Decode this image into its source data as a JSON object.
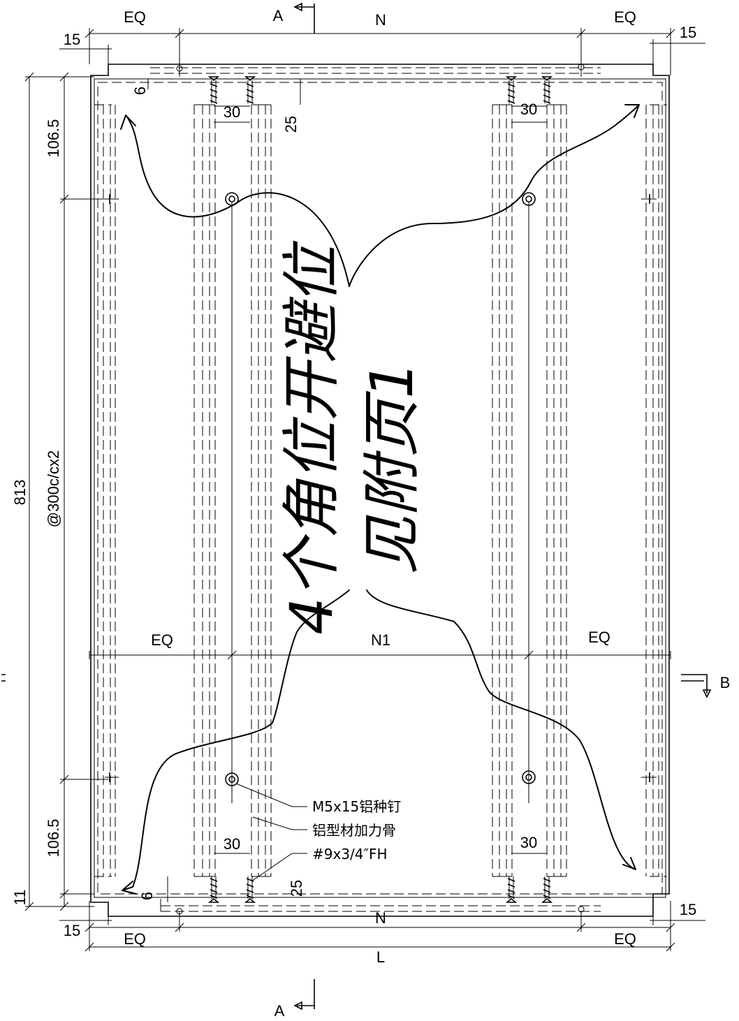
{
  "dimensions": {
    "top_eq_left": "EQ",
    "top_n": "N",
    "top_eq_right": "EQ",
    "top_15_left": "15",
    "top_15_right": "15",
    "bottom_eq_left": "EQ",
    "bottom_n": "N",
    "bottom_eq_right": "EQ",
    "bottom_15_left": "15",
    "bottom_15_right": "15",
    "overall_l": "L",
    "mid_eq_left": "EQ",
    "mid_n1": "N1",
    "mid_eq_right": "EQ",
    "height_813": "813",
    "spacing": "@300c/cx2",
    "edge_top": "106.5",
    "edge_bottom": "106.5",
    "bottom_11": "11",
    "gap_6_top": "6",
    "gap_6_bottom": "6",
    "gap_25_top": "25",
    "gap_25_bottom": "25",
    "w30_tl": "30",
    "w30_tr": "30",
    "w30_bl": "30",
    "w30_br": "30"
  },
  "sections": {
    "a_top": "A",
    "a_bottom": "A",
    "b_right": "B"
  },
  "callouts": {
    "rivet": "M5x15铝种钉",
    "profile": "铝型材加力骨",
    "screw": "#9x3/4″FH"
  },
  "handwriting": {
    "line1": "4个角位开避位",
    "line2": "见附页1"
  }
}
